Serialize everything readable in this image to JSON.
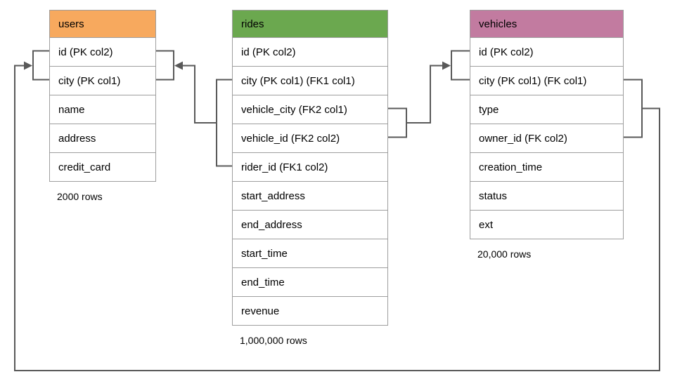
{
  "diagram": {
    "tables": [
      {
        "id": "users",
        "name": "users",
        "header_color": "#F7A95E",
        "columns": [
          "id (PK col2)",
          "city (PK col1)",
          "name",
          "address",
          "credit_card"
        ],
        "row_count": "2000 rows"
      },
      {
        "id": "rides",
        "name": "rides",
        "header_color": "#6BA84F",
        "columns": [
          "id (PK col2)",
          "city (PK col1) (FK1 col1)",
          "vehicle_city (FK2 col1)",
          "vehicle_id (FK2 col2)",
          "rider_id (FK1 col2)",
          "start_address",
          "end_address",
          "start_time",
          "end_time",
          "revenue"
        ],
        "row_count": "1,000,000 rows"
      },
      {
        "id": "vehicles",
        "name": "vehicles",
        "header_color": "#C27BA0",
        "columns": [
          "id (PK col2)",
          "city (PK col1) (FK col1)",
          "type",
          "owner_id (FK col2)",
          "creation_time",
          "status",
          "ext"
        ],
        "row_count": "20,000 rows"
      }
    ],
    "relationships": [
      {
        "name": "rides-to-users",
        "fk": "FK1",
        "from_table": "rides",
        "from_columns": [
          "city (FK1 col1)",
          "rider_id (FK1 col2)"
        ],
        "to_table": "users",
        "to_columns": [
          "id (PK col2)",
          "city (PK col1)"
        ]
      },
      {
        "name": "rides-to-vehicles",
        "fk": "FK2",
        "from_table": "rides",
        "from_columns": [
          "vehicle_city (FK2 col1)",
          "vehicle_id (FK2 col2)"
        ],
        "to_table": "vehicles",
        "to_columns": [
          "id (PK col2)",
          "city (PK col1)"
        ]
      },
      {
        "name": "vehicles-to-users",
        "fk": "FK",
        "from_table": "vehicles",
        "from_columns": [
          "city (FK col1)",
          "owner_id (FK col2)"
        ],
        "to_table": "users",
        "to_columns": [
          "id (PK col2)",
          "city (PK col1)"
        ]
      }
    ],
    "colors": {
      "connector": "#595959",
      "table_border": "#9E9E9E",
      "text": "#000000",
      "background": "#FFFFFF"
    }
  }
}
